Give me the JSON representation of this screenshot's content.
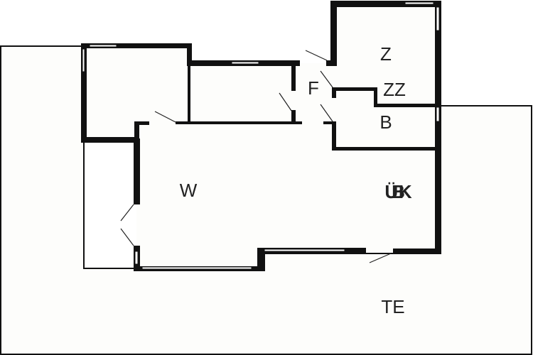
{
  "plan": {
    "rooms": [
      {
        "id": "z",
        "label": "Z"
      },
      {
        "id": "f",
        "label": "F"
      },
      {
        "id": "zz",
        "label": "ZZ"
      },
      {
        "id": "b",
        "label": "B"
      },
      {
        "id": "w",
        "label": "W"
      },
      {
        "id": "uebk",
        "label": "ÜBK"
      },
      {
        "id": "te",
        "label": "TE"
      }
    ],
    "colors": {
      "wall": "#111111",
      "floor": "#fdfdfb",
      "background": "#ffffff"
    }
  }
}
